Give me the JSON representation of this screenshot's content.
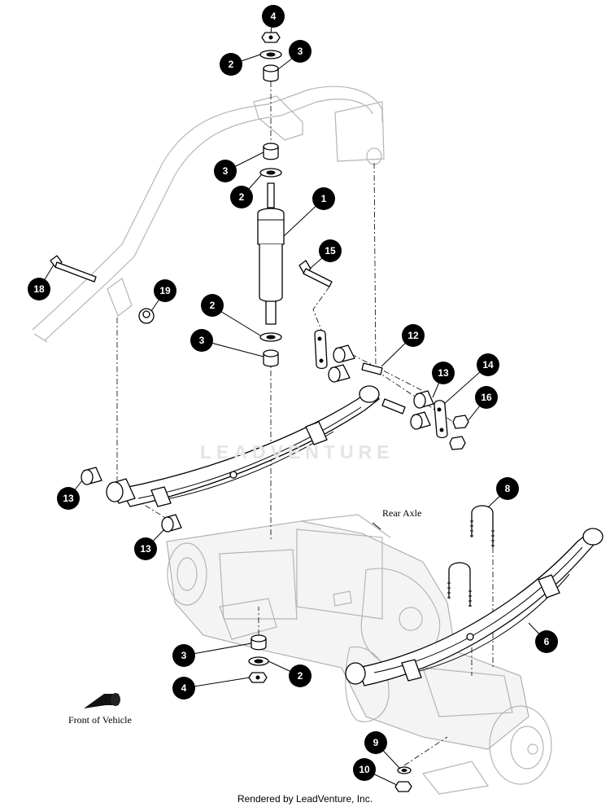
{
  "labels": {
    "rear_axle": "Rear Axle",
    "front_of_vehicle": "Front of Vehicle"
  },
  "footer": "Rendered by LeadVenture, Inc.",
  "watermark": "LEADVENTURE",
  "callouts": [
    {
      "id": "c4a",
      "num": "4"
    },
    {
      "id": "c2a",
      "num": "2"
    },
    {
      "id": "c3a",
      "num": "3"
    },
    {
      "id": "c3b",
      "num": "3"
    },
    {
      "id": "c2b",
      "num": "2"
    },
    {
      "id": "c1",
      "num": "1"
    },
    {
      "id": "c15",
      "num": "15"
    },
    {
      "id": "c18",
      "num": "18"
    },
    {
      "id": "c19",
      "num": "19"
    },
    {
      "id": "c2c",
      "num": "2"
    },
    {
      "id": "c3c",
      "num": "3"
    },
    {
      "id": "c12",
      "num": "12"
    },
    {
      "id": "c14",
      "num": "14"
    },
    {
      "id": "c13a",
      "num": "13"
    },
    {
      "id": "c16",
      "num": "16"
    },
    {
      "id": "c13b",
      "num": "13"
    },
    {
      "id": "c13c",
      "num": "13"
    },
    {
      "id": "c8",
      "num": "8"
    },
    {
      "id": "c6",
      "num": "6"
    },
    {
      "id": "c3d",
      "num": "3"
    },
    {
      "id": "c2d",
      "num": "2"
    },
    {
      "id": "c4b",
      "num": "4"
    },
    {
      "id": "c9",
      "num": "9"
    },
    {
      "id": "c10",
      "num": "10"
    }
  ],
  "colors": {
    "callout": "#000000",
    "frame_outline": "#b5b5b5",
    "part_outline": "#000000"
  }
}
